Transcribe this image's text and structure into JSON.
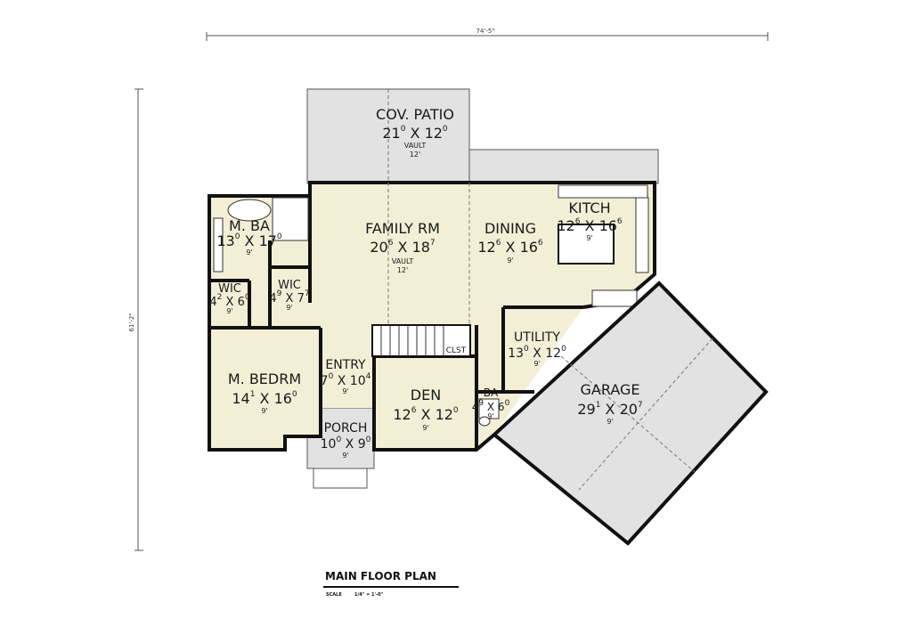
{
  "plan": {
    "title": "MAIN FLOOR PLAN",
    "scale_label": "SCALE",
    "scale_value": "1/4\" = 1'-0\"",
    "overall_width": "74'-5\"",
    "overall_depth": "61'-2\""
  },
  "colors": {
    "living": "#f2efd6",
    "exterior": "#e2e2e2",
    "walls": "#111111"
  },
  "rooms": {
    "patio": {
      "name": "COV. PATIO",
      "w": "21",
      "w_in": "0",
      "h": "12",
      "h_in": "0",
      "note": "VAULT",
      "ceiling": "12'"
    },
    "family": {
      "name": "FAMILY RM",
      "w": "20",
      "w_in": "6",
      "h": "18",
      "h_in": "7",
      "note": "VAULT",
      "ceiling": "12'"
    },
    "dining": {
      "name": "DINING",
      "w": "12",
      "w_in": "6",
      "h": "16",
      "h_in": "6",
      "ceiling": "9'"
    },
    "kitchen": {
      "name": "KITCH",
      "w": "12",
      "w_in": "6",
      "h": "16",
      "h_in": "6",
      "ceiling": "9'"
    },
    "mbath": {
      "name": "M. BA",
      "w": "13",
      "w_in": "0",
      "h": "17",
      "h_in": "0",
      "ceiling": "9'"
    },
    "wic1": {
      "name": "WIC",
      "w": "4",
      "w_in": "2",
      "h": "6",
      "h_in": "0",
      "ceiling": "9'"
    },
    "wic2": {
      "name": "WIC",
      "w": "4",
      "w_in": "9",
      "h": "7",
      "h_in": "7",
      "ceiling": "9'"
    },
    "mbed": {
      "name": "M. BEDRM",
      "w": "14",
      "w_in": "1",
      "h": "16",
      "h_in": "0",
      "ceiling": "9'"
    },
    "entry": {
      "name": "ENTRY",
      "w": "7",
      "w_in": "0",
      "h": "10",
      "h_in": "4",
      "ceiling": "9'"
    },
    "porch": {
      "name": "PORCH",
      "w": "10",
      "w_in": "0",
      "h": "9",
      "h_in": "0",
      "ceiling": "9'"
    },
    "den": {
      "name": "DEN",
      "w": "12",
      "w_in": "6",
      "h": "12",
      "h_in": "0",
      "ceiling": "9'"
    },
    "bath": {
      "name": "BA",
      "w": "4",
      "w_in": "9",
      "h": "6",
      "h_in": "0",
      "ceiling": "9'"
    },
    "utility": {
      "name": "UTILITY",
      "w": "13",
      "w_in": "0",
      "h": "12",
      "h_in": "0",
      "ceiling": "9'"
    },
    "garage": {
      "name": "GARAGE",
      "w": "29",
      "w_in": "1",
      "h": "20",
      "h_in": "7",
      "ceiling": "9'"
    },
    "closet": {
      "name": "CLST"
    }
  }
}
